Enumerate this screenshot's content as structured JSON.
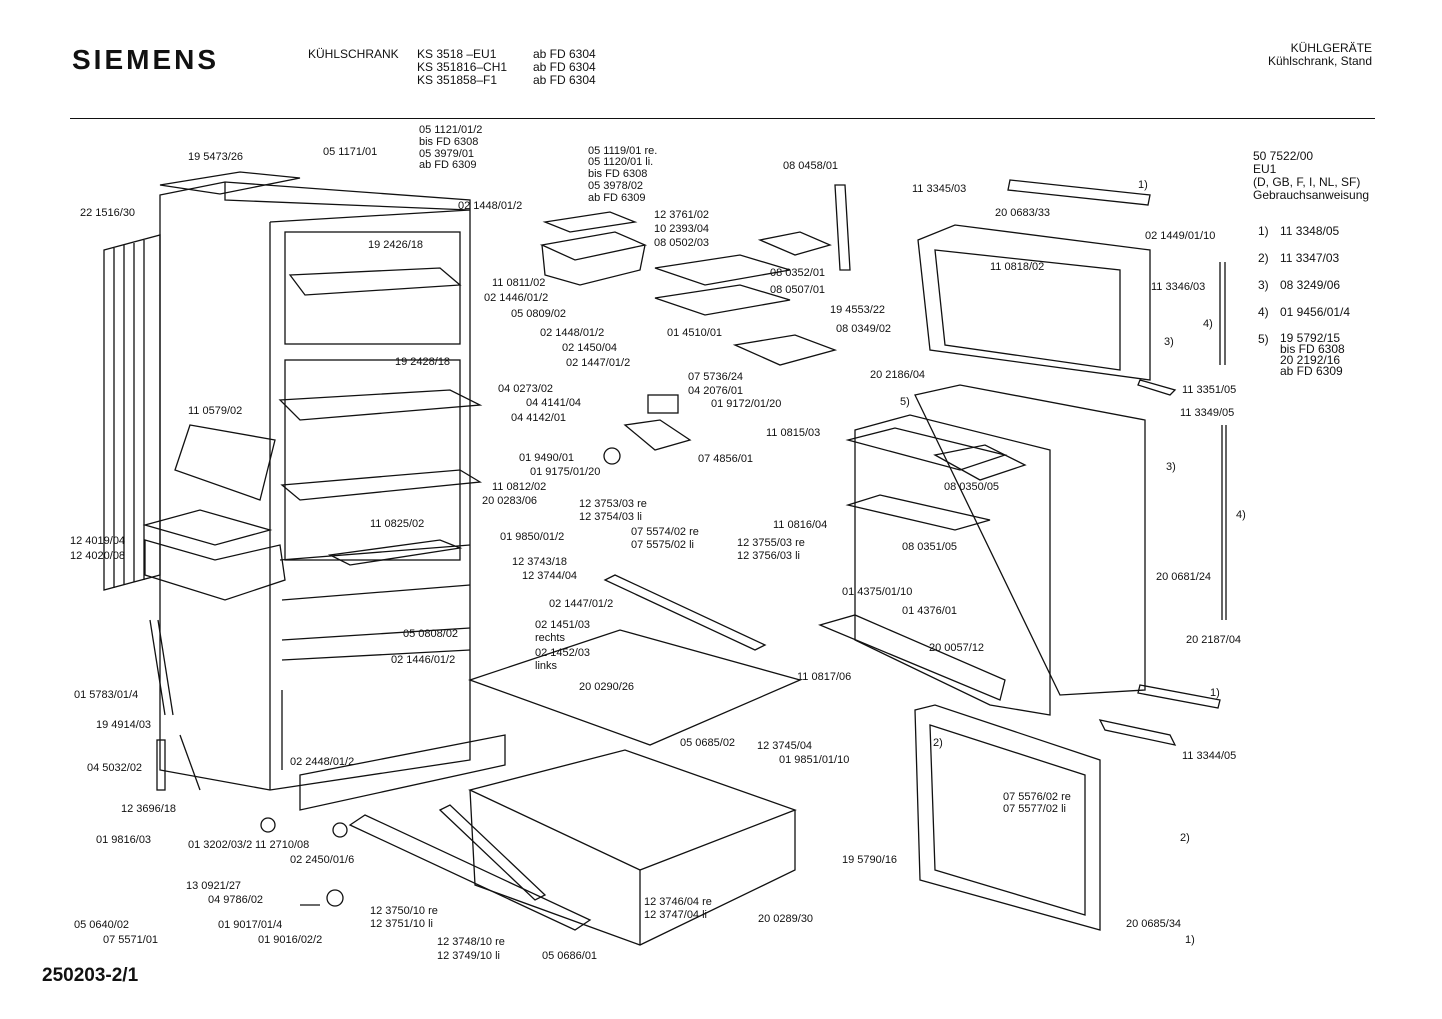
{
  "brand": "SIEMENS",
  "header": {
    "product": "KÜHLSCHRANK",
    "models": [
      {
        "model": "KS 3518   –EU1",
        "from": "ab FD 6304"
      },
      {
        "model": "KS 351816–CH1",
        "from": "ab FD 6304"
      },
      {
        "model": "KS 351858–F1",
        "from": "ab FD 6304"
      }
    ],
    "category": "KÜHLGERÄTE",
    "subcategory": "Kühlschrank, Stand"
  },
  "notes": {
    "manual_number": "50 7522/00",
    "variant": "EU1",
    "countries": "(D, GB, F, I, NL, SF)",
    "doc_type": "Gebrauchsanweisung"
  },
  "legend": [
    {
      "num": "1)",
      "text": "11 3348/05"
    },
    {
      "num": "2)",
      "text": "11 3347/03"
    },
    {
      "num": "3)",
      "text": "08 3249/06"
    },
    {
      "num": "4)",
      "text": "01 9456/01/4"
    },
    {
      "num": "5)",
      "text": "19 5792/15\nbis FD 6308\n20 2192/16\nab FD 6309"
    }
  ],
  "doc_number": "250203-2/1",
  "parts": [
    "19 5473/26",
    "05 1171/01",
    "22 1516/30",
    "19 2426/18",
    "11 0811/02",
    "02 1446/01/2",
    "05 0809/02",
    "19 2428/18",
    "11 0579/02",
    "11 0812/02",
    "20 0283/06",
    "11 0825/02",
    "12 4019/04",
    "12 4020/08",
    "01 5783/01/4",
    "19 4914/03",
    "04 5032/02",
    "12 3696/18",
    "01 9816/03",
    "01 3202/03/2",
    "11 2710/08",
    "02 2448/01/2",
    "02 2450/01/6",
    "13 0921/27",
    "04 9786/02",
    "05 0640/02",
    "07 5571/01",
    "01 9017/01/4",
    "01 9016/02/2",
    "05 1121/01/2",
    "bis FD 6308",
    "05 3979/01",
    "ab FD 6309",
    "05 1119/01 re.",
    "05 1120/01 li.",
    "bis FD 6308",
    "05 3978/02",
    "ab FD 6309",
    "02 1448/01/2",
    "12 3761/02",
    "10 2393/04",
    "08 0502/03",
    "08 0352/01",
    "08 0507/01",
    "08 0458/01",
    "08 0349/02",
    "02 1448/01/2",
    "02 1450/04",
    "02 1447/01/2",
    "01 4510/01",
    "04 0273/02",
    "04 4141/04",
    "07 5736/24",
    "04 2076/01",
    "01 9172/01/20",
    "04 4142/01",
    "07 4856/01",
    "01 9490/01",
    "01 9175/01/20",
    "01 9850/01/2",
    "12 3743/18",
    "12 3744/04",
    "02 1447/01/2",
    "12 3753/03 re",
    "12 3754/03 li",
    "07 5574/02 re",
    "07 5575/02 li",
    "12 3755/03 re",
    "12 3756/03 li",
    "05 0808/02",
    "02 1451/03",
    "rechts",
    "02 1452/03",
    "links",
    "02 1446/01/2",
    "20 0290/26",
    "05 0685/02",
    "12 3745/04",
    "01 9851/01/10",
    "12 3750/10 re",
    "12 3751/10 li",
    "12 3746/04 re",
    "12 3747/04 li",
    "20 0289/30",
    "12 3748/10 re",
    "12 3749/10 li",
    "05 0686/01",
    "11 3345/03",
    "20 0683/33",
    "02 1449/01/10",
    "11 0818/02",
    "11 3346/03",
    "19 4553/22",
    "20 2186/04",
    "11 3351/05",
    "11 3349/05",
    "11 0815/03",
    "08 0350/05",
    "11 0816/04",
    "08 0351/05",
    "01 4375/01/10",
    "01 4376/01",
    "20 0057/12",
    "11 0817/06",
    "20 0681/24",
    "20 2187/04",
    "11 3344/05",
    "07 5576/02 re",
    "07 5577/02 li",
    "19 5790/16",
    "20 0685/34"
  ],
  "footnote_marks": [
    "1)",
    "1)",
    "1)",
    "2)",
    "2)",
    "3)",
    "3)",
    "4)",
    "4)",
    "5)"
  ]
}
